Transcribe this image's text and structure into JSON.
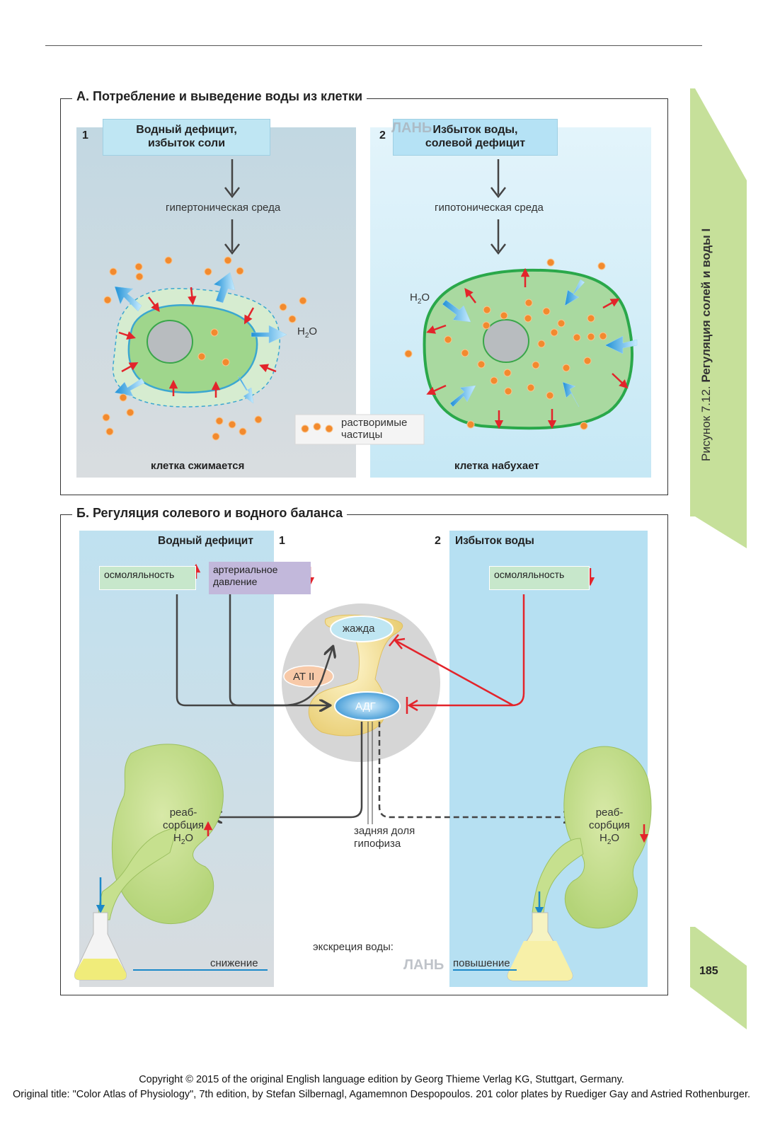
{
  "section_a": {
    "title": "А. Потребление и выведение воды из клетки",
    "panel1": {
      "number": "1",
      "header": "Водный дефицит,\nизбыток соли",
      "medium": "гипертоническая среда",
      "water": "H",
      "water_sub": "2",
      "water_end": "O",
      "caption": "клетка сжимается"
    },
    "panel2": {
      "number": "2",
      "header": "Избыток воды,\nсолевой дефицит",
      "medium": "гипотоническая среда",
      "water": "H",
      "water_sub": "2",
      "water_end": "O",
      "caption": "клетка набухает"
    },
    "legend": "растворимые\nчастицы"
  },
  "section_b": {
    "title": "Б. Регуляция солевого и водного баланса",
    "left": {
      "title": "Водный дефицит",
      "number": "1",
      "osmolality": "осмоляльность",
      "pressure": "артериальное\nдавление",
      "reabsorption": "реаб-\nсорбция\nH",
      "reabsorption_sub": "2",
      "reabsorption_end": "O",
      "excretion": "снижение"
    },
    "right": {
      "title": "Избыток воды",
      "number": "2",
      "osmolality": "осмоляльность",
      "reabsorption": "реаб-\nсорбция\nH",
      "reabsorption_sub": "2",
      "reabsorption_end": "O",
      "excretion": "повышение"
    },
    "center": {
      "thirst": "жажда",
      "at2": "AT II",
      "adh": "АДГ",
      "pituitary": "задняя доля\nгипофиза",
      "excretion_label": "экскреция воды:"
    }
  },
  "sidebar": {
    "figure_prefix": "Рисунок 7.12.",
    "figure_title": "Регуляция солей и воды I",
    "page_number": "185"
  },
  "watermark": {
    "text": "ЛАНЬ"
  },
  "copyright": {
    "line1": "Copyright © 2015 of the original English language edition by Georg Thieme Verlag KG, Stuttgart, Germany.",
    "line2": "Original title: \"Color Atlas of Physiology\", 7th edition, by Stefan Silbernagl, Agamemnon Despopoulos. 201 color plates by Ruediger Gay and Astried Rothenburger."
  },
  "colors": {
    "accent_red": "#e3242b",
    "water_blue": "#2f9fd8",
    "cell_green": "#a8d89a",
    "particle_orange": "#f28a2e",
    "tab_green": "#c6e09a"
  }
}
